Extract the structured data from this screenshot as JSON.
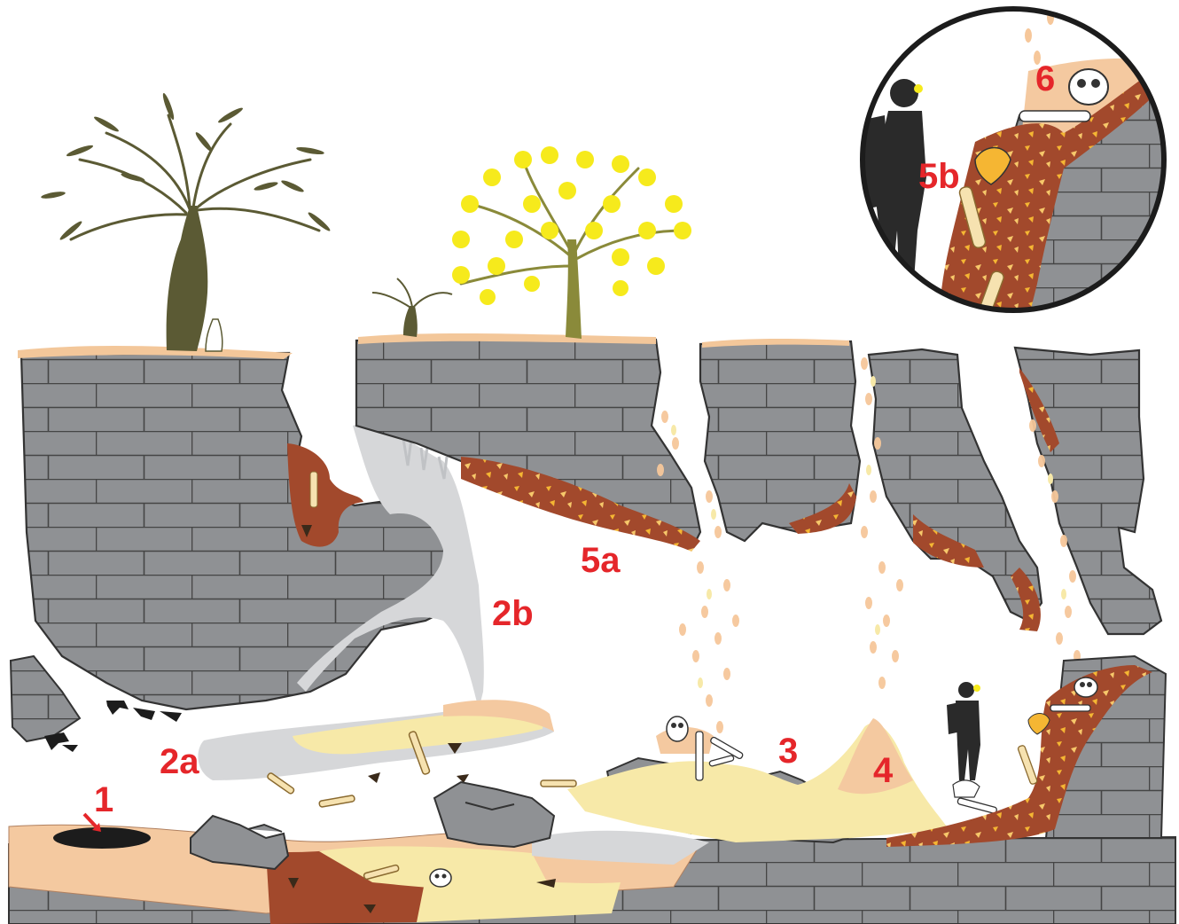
{
  "labels": {
    "l1": "1",
    "l2a": "2a",
    "l2b": "2b",
    "l3": "3",
    "l4": "4",
    "l5a": "5a",
    "l5b": "5b",
    "l6": "6"
  },
  "colors": {
    "label": "#e5262a",
    "rock": "#8f9194",
    "rock_outline": "#333333",
    "breccia": "#a2492c",
    "breccia_clasts": "#f5b633",
    "sediment_pale": "#f7e9a8",
    "sediment_tan": "#f4c9a0",
    "flowstone": "#d6d7d9",
    "soil": "#f3c79a",
    "bone": "#f6e2b0",
    "tree_dark": "#5b5a34",
    "tree_yellow": "#f6ea1c",
    "charcoal": "#1c1c1c",
    "figure": "#2a2a2a"
  },
  "icons": [
    "baobab-tree-icon",
    "flowering-tree-icon",
    "bone-icon",
    "skull-icon",
    "stone-tool-icon",
    "caver-figure-icon",
    "headlamp-icon",
    "magnifier-circle-icon"
  ]
}
